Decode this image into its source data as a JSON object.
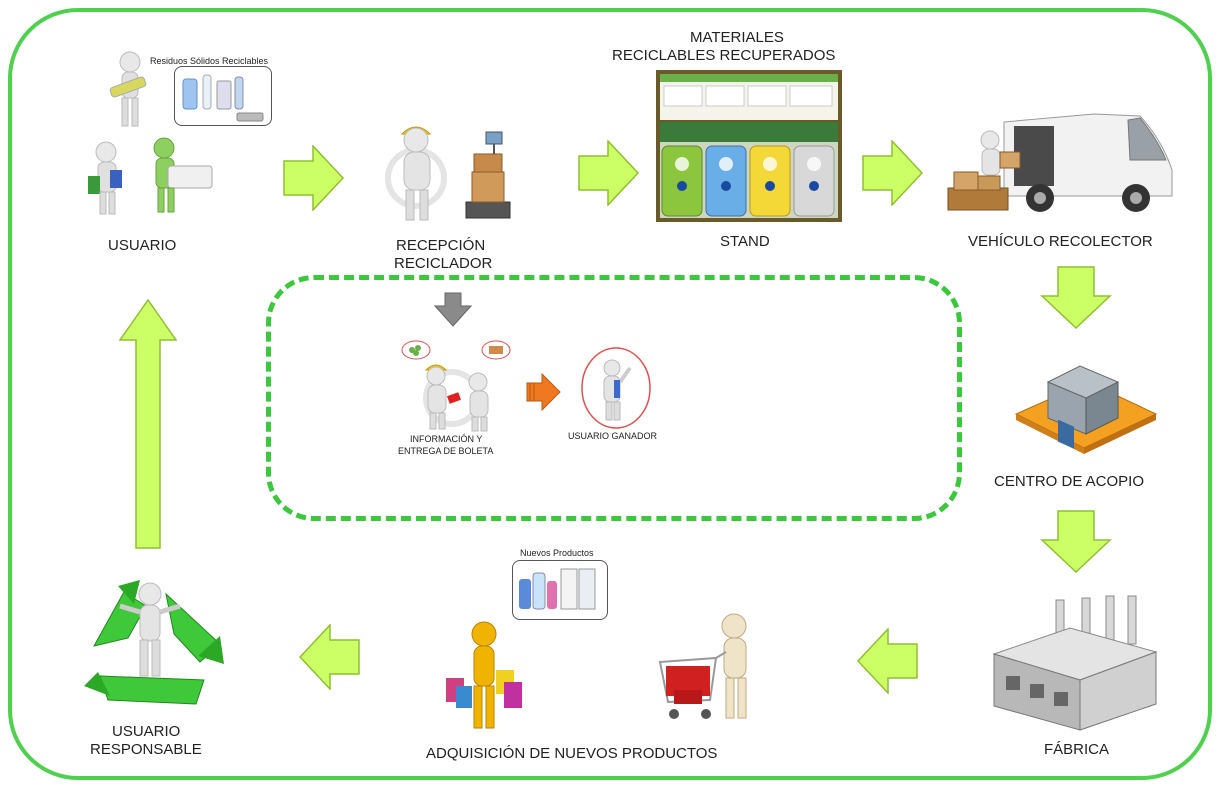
{
  "labels": {
    "usuario": "USUARIO",
    "recepcion_1": "RECEPCIÓN",
    "recepcion_2": "RECICLADOR",
    "materiales_1": "MATERIALES",
    "materiales_2": "RECICLABLES RECUPERADOS",
    "stand": "STAND",
    "vehiculo": "VEHÍCULO RECOLECTOR",
    "centro": "CENTRO DE ACOPIO",
    "fabrica": "FÁBRICA",
    "adquisicion": "ADQUISICIÓN DE NUEVOS PRODUCTOS",
    "responsable_1": "USUARIO",
    "responsable_2": "RESPONSABLE",
    "residuos": "Residuos Sólidos Reciclables",
    "nuevos": "Nuevos Productos",
    "informacion_1": "INFORMACIÓN Y",
    "informacion_2": "ENTREGA DE BOLETA",
    "ganador": "USUARIO GANADOR"
  },
  "colors": {
    "frame": "#4fd04f",
    "arrow_fill": "#ccff66",
    "arrow_stroke": "#8fbf2f",
    "dashed": "#3cc83c",
    "orange_arrow": "#f07820",
    "gray_arrow": "#808080"
  }
}
